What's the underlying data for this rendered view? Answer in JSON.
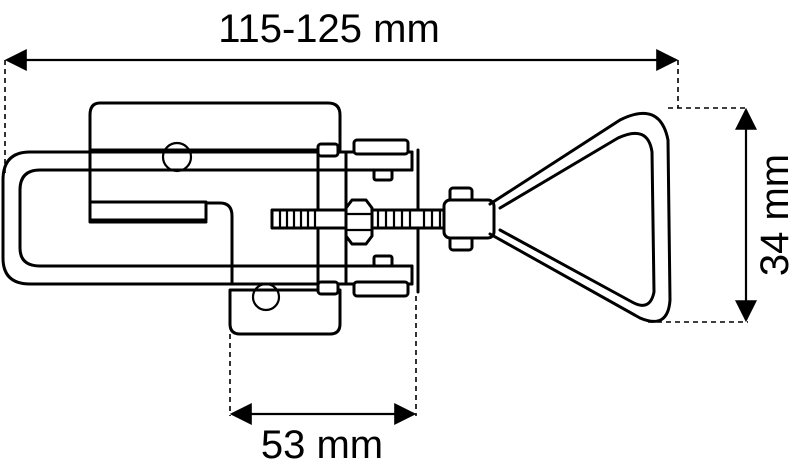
{
  "dimensions": {
    "overall_length": "115-125 mm",
    "base_width": "53 mm",
    "handle_height": "34 mm"
  },
  "colors": {
    "line": "#000000",
    "background": "#ffffff"
  }
}
